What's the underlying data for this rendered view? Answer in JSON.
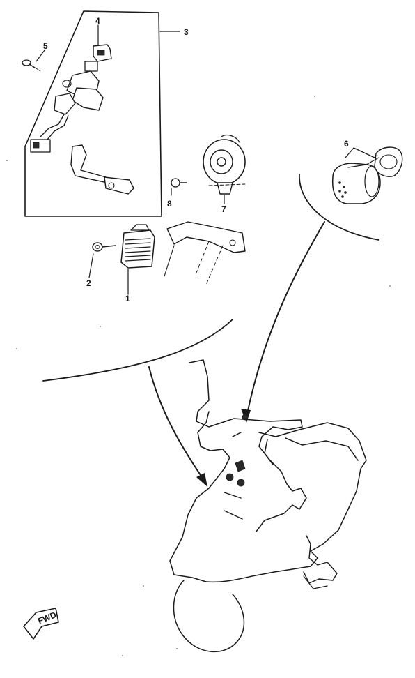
{
  "diagram": {
    "callouts": [
      {
        "id": "c1",
        "text": "1"
      },
      {
        "id": "c2",
        "text": "2"
      },
      {
        "id": "c3",
        "text": "3"
      },
      {
        "id": "c4",
        "text": "4"
      },
      {
        "id": "c5",
        "text": "5"
      },
      {
        "id": "c6",
        "text": "6"
      },
      {
        "id": "c7",
        "text": "7"
      },
      {
        "id": "c8",
        "text": "8"
      }
    ],
    "fwd_badge": "FWD"
  },
  "colors": {
    "ink": "#1a1a1a",
    "paper": "#ffffff"
  }
}
